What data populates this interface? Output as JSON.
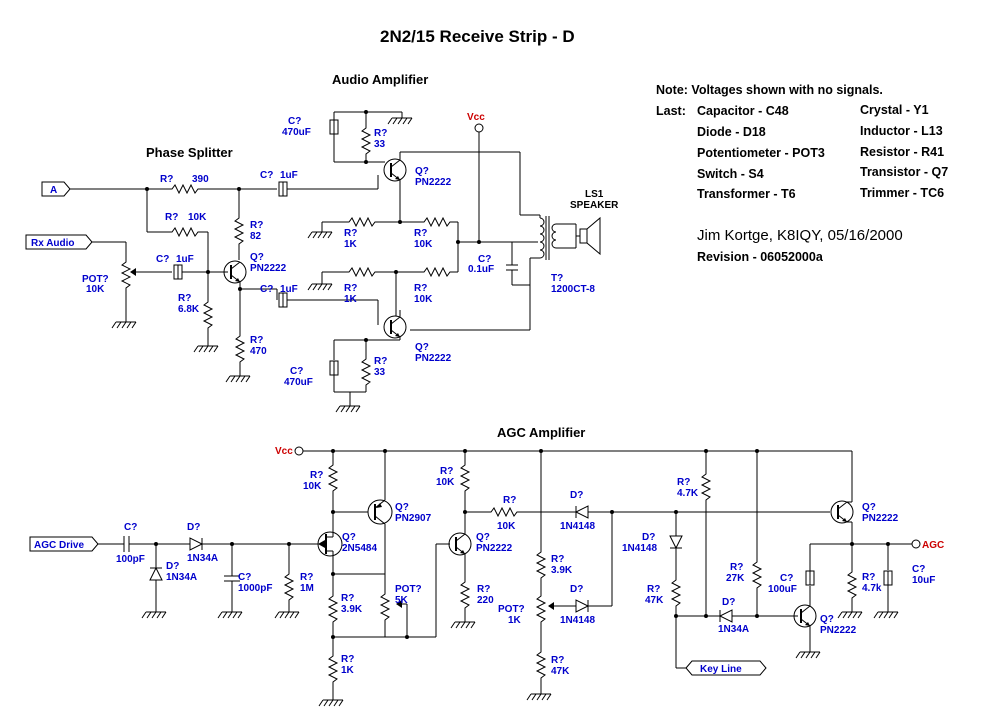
{
  "title": "2N2/15 Receive Strip - D",
  "sections": {
    "audio_amplifier": "Audio Amplifier",
    "phase_splitter": "Phase Splitter",
    "agc_amplifier": "AGC Amplifier"
  },
  "notes": {
    "header": "Note: Voltages shown with no signals.",
    "last_label": "Last:",
    "left_col": [
      "Capacitor - C48",
      "Diode - D18",
      "Potentiometer - POT3",
      "Switch - S4",
      "Transformer - T6"
    ],
    "right_col": [
      "Crystal - Y1",
      "Inductor - L13",
      "Resistor - R41",
      "Transistor - Q7",
      "Trimmer - TC6"
    ],
    "author": "Jim Kortge, K8IQY, 05/16/2000",
    "revision": "Revision - 06052000a"
  },
  "ports": {
    "a": "A",
    "rx_audio": "Rx Audio",
    "agc_drive": "AGC Drive",
    "key_line": "Key Line",
    "agc_out": "AGC",
    "vcc1": "Vcc",
    "vcc2": "Vcc"
  },
  "components": {
    "audio": {
      "r390": [
        "R?",
        "390"
      ],
      "r10k_a": [
        "R?",
        "10K"
      ],
      "pot10k": [
        "POT?",
        "10K"
      ],
      "c1uf_in": [
        "C?",
        "1uF"
      ],
      "r68k": [
        "R?",
        "6.8K"
      ],
      "r82": [
        "R?",
        "82"
      ],
      "q_split": [
        "Q?",
        "PN2222"
      ],
      "r470": [
        "R?",
        "470"
      ],
      "c1uf_top": [
        "C?",
        "1uF"
      ],
      "c1uf_bot": [
        "C?",
        "1uF"
      ],
      "c470_top": [
        "C?",
        "470uF"
      ],
      "r33_top": [
        "R?",
        "33"
      ],
      "q_top": [
        "Q?",
        "PN2222"
      ],
      "r1k_top": [
        "R?",
        "1K"
      ],
      "r10k_top": [
        "R?",
        "10K"
      ],
      "r1k_bot": [
        "R?",
        "1K"
      ],
      "r10k_bot": [
        "R?",
        "10K"
      ],
      "q_bot": [
        "Q?",
        "PN2222"
      ],
      "c470_bot": [
        "C?",
        "470uF"
      ],
      "r33_bot": [
        "R?",
        "33"
      ],
      "c01uf": [
        "C?",
        "0.1uF"
      ],
      "t1": [
        "T?",
        "1200CT-8"
      ],
      "ls1": [
        "LS1",
        "SPEAKER"
      ]
    },
    "agc": {
      "c100pf": [
        "C?",
        "100pF"
      ],
      "d1": [
        "D?",
        "1N34A"
      ],
      "d2": [
        "D?",
        "1N34A"
      ],
      "c1000pf": [
        "C?",
        "1000pF"
      ],
      "r1m": [
        "R?",
        "1M"
      ],
      "r10k_1": [
        "R?",
        "10K"
      ],
      "q_jfet": [
        "Q?",
        "2N5484"
      ],
      "q_pnp": [
        "Q?",
        "PN2907"
      ],
      "r39k_1": [
        "R?",
        "3.9K"
      ],
      "pot5k": [
        "POT?",
        "5K"
      ],
      "r1k": [
        "R?",
        "1K"
      ],
      "r10k_2": [
        "R?",
        "10K"
      ],
      "q_mid": [
        "Q?",
        "PN2222"
      ],
      "r220": [
        "R?",
        "220"
      ],
      "r10k_3": [
        "R?",
        "10K"
      ],
      "d_1n4148_a": [
        "D?",
        "1N4148"
      ],
      "r39k_2": [
        "R?",
        "3.9K"
      ],
      "pot1k": [
        "POT?",
        "1K"
      ],
      "d_1n4148_b": [
        "D?",
        "1N4148"
      ],
      "r47k_1": [
        "R?",
        "47K"
      ],
      "d_1n4148_c": [
        "D?",
        "1N4148"
      ],
      "r47k_2": [
        "R?",
        "47K"
      ],
      "r47k_3": [
        "R?",
        "4.7K"
      ],
      "r27k": [
        "R?",
        "27K"
      ],
      "d_1n34a_c": [
        "D?",
        "1N34A"
      ],
      "c100uf": [
        "C?",
        "100uF"
      ],
      "q_sw": [
        "Q?",
        "PN2222"
      ],
      "q_out": [
        "Q?",
        "PN2222"
      ],
      "r47k_4": [
        "R?",
        "4.7k"
      ],
      "c10uf": [
        "C?",
        "10uF"
      ]
    }
  }
}
